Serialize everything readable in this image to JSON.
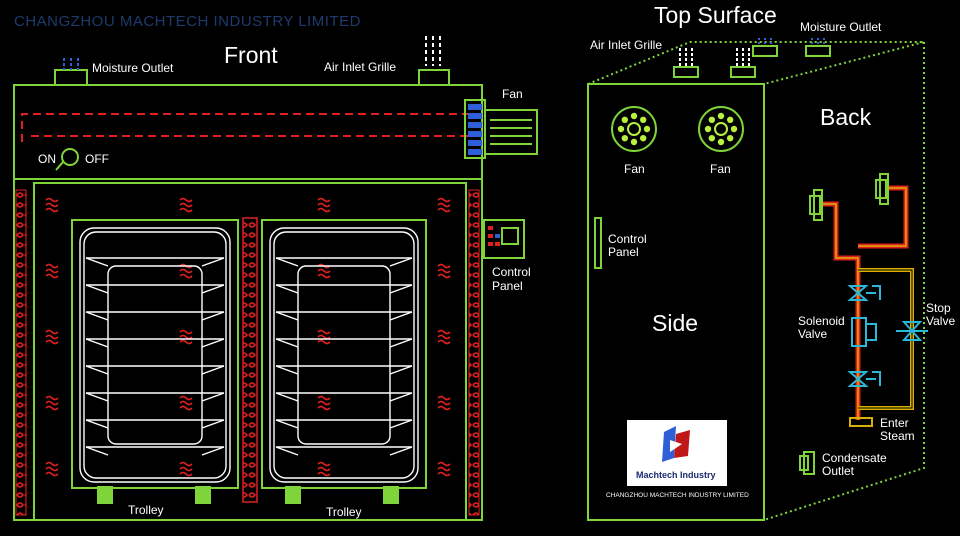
{
  "watermark": "CHANGZHOU MACHTECH INDUSTRY LIMITED",
  "colors": {
    "outline": "#7fd43a",
    "heater": "#e02020",
    "steam_pipe": "#e02020",
    "valve": "#2ab8d8",
    "return_pipe": "#d9b000",
    "fan_blue": "#2f5fd6"
  },
  "front": {
    "title": "Front",
    "moisture_outlet": "Moisture Outlet",
    "air_inlet_grille": "Air Inlet Grille",
    "fan": "Fan",
    "switch_on": "ON",
    "switch_off": "OFF",
    "control_panel_line1": "Control",
    "control_panel_line2": "Panel",
    "trolley_left": "Trolley",
    "trolley_right": "Trolley"
  },
  "top": {
    "title": "Top Surface",
    "air_inlet_grille": "Air Inlet Grille",
    "moisture_outlet": "Moisture Outlet"
  },
  "side": {
    "title": "Side",
    "fan_left": "Fan",
    "fan_right": "Fan",
    "control_panel_line1": "Control",
    "control_panel_line2": "Panel",
    "logo_text": "Machtech Industry",
    "company": "CHANGZHOU MACHTECH INDUSTRY LIMITED"
  },
  "back": {
    "title": "Back",
    "solenoid_line1": "Solenoid",
    "solenoid_line2": "Valve",
    "stop_line1": "Stop",
    "stop_line2": "Valve",
    "enter_line1": "Enter",
    "enter_line2": "Steam",
    "condensate_line1": "Condensate",
    "condensate_line2": "Outlet"
  }
}
